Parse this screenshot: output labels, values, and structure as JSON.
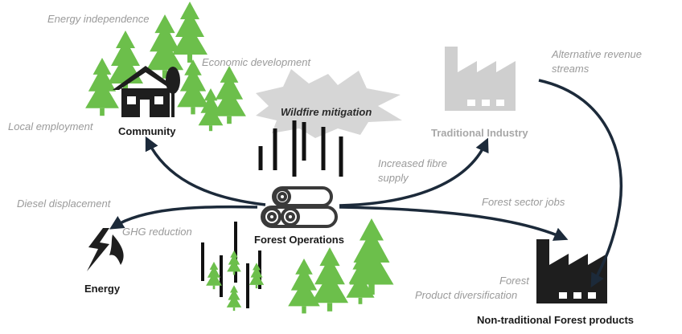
{
  "nodes": {
    "community": "Community",
    "forest_operations": "Forest Operations",
    "energy": "Energy",
    "traditional_industry": "Traditional Industry",
    "non_traditional": "Non-traditional Forest products"
  },
  "benefits": {
    "energy_independence": "Energy independence",
    "economic_development": "Economic development",
    "local_employment": "Local employment",
    "wildfire_mitigation": "Wildfire mitigation",
    "alternative_revenue_line1": "Alternative revenue",
    "alternative_revenue_line2": "streams",
    "increased_fibre_line1": "Increased fibre",
    "increased_fibre_line2": "supply",
    "diesel_displacement": "Diesel displacement",
    "ghg_reduction": "GHG reduction",
    "forest_sector_jobs": "Forest sector jobs",
    "product_div_line1": "Forest",
    "product_div_line2": "Product diversification"
  },
  "colors": {
    "tree_green": "#6cbf4b",
    "arrow": "#1c2a3a",
    "factory_grey": "#cfcfcf",
    "label_grey": "#9a9a9a",
    "icon_dark": "#1e1e1e"
  }
}
